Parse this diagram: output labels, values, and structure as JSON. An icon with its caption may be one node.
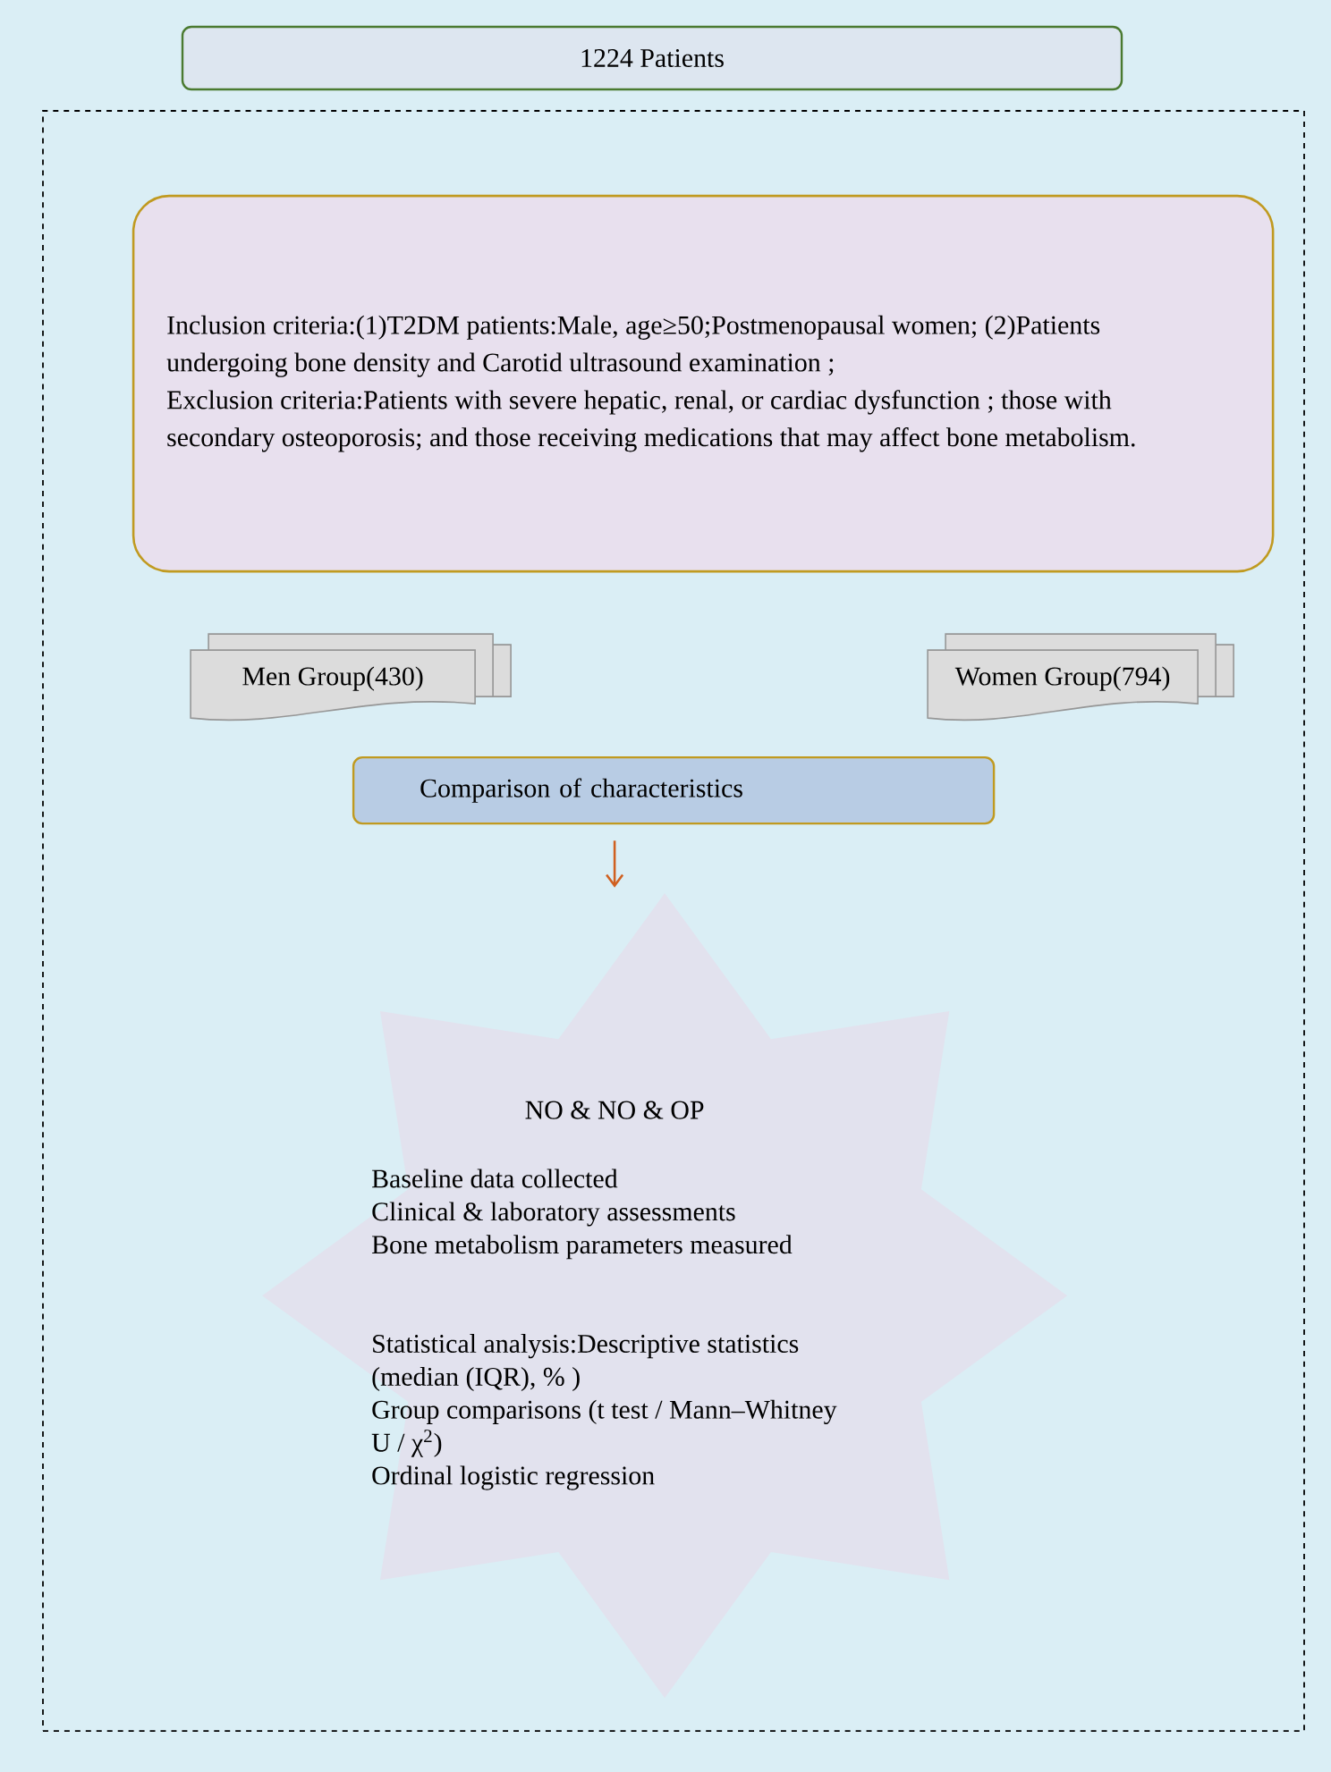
{
  "diagram": {
    "nodes": [
      {
        "text": [
          "1224 Patients"
        ]
      },
      {
        "text": [],
        "shape": "box"
      },
      {
        "text": [
          "Inclusion criteria:(1)T2DM patients:Male, age≥50;Postmenopausal women; (2)Patients undergoing bone density and Carotid ultrasound examination ;",
          "Exclusion criteria:Patients with severe hepatic, renal, or cardiac dysfunction ; those with secondary osteoporosis; and those receiving medications that may affect bone metabolism."
        ],
        "in": 1
      },
      {
        "text": [
          "Men Group(430)"
        ],
        "in": 1
      },
      {
        "text": [
          "Women Group(794)"
        ],
        "in": 1
      },
      {
        "text": [
          "Comparison of characteristics"
        ],
        "in": 1
      },
      {
        "text": [
          "NO & NO & OP",
          "Baseline data collected",
          "Clinical & laboratory assessments",
          "Bone metabolism parameters measured",
          "Statistical analysis:Descriptive statistics (median (IQR), % )",
          "Group comparisons (t test / Mann–Whitney U / χ$^{2}$)",
          "Ordinal logistic regression"
        ],
        "in": 1
      }
    ],
    "edges": [
      {
        "from": 5,
        "to": 6,
        "arrow": "to"
      }
    ]
  }
}
